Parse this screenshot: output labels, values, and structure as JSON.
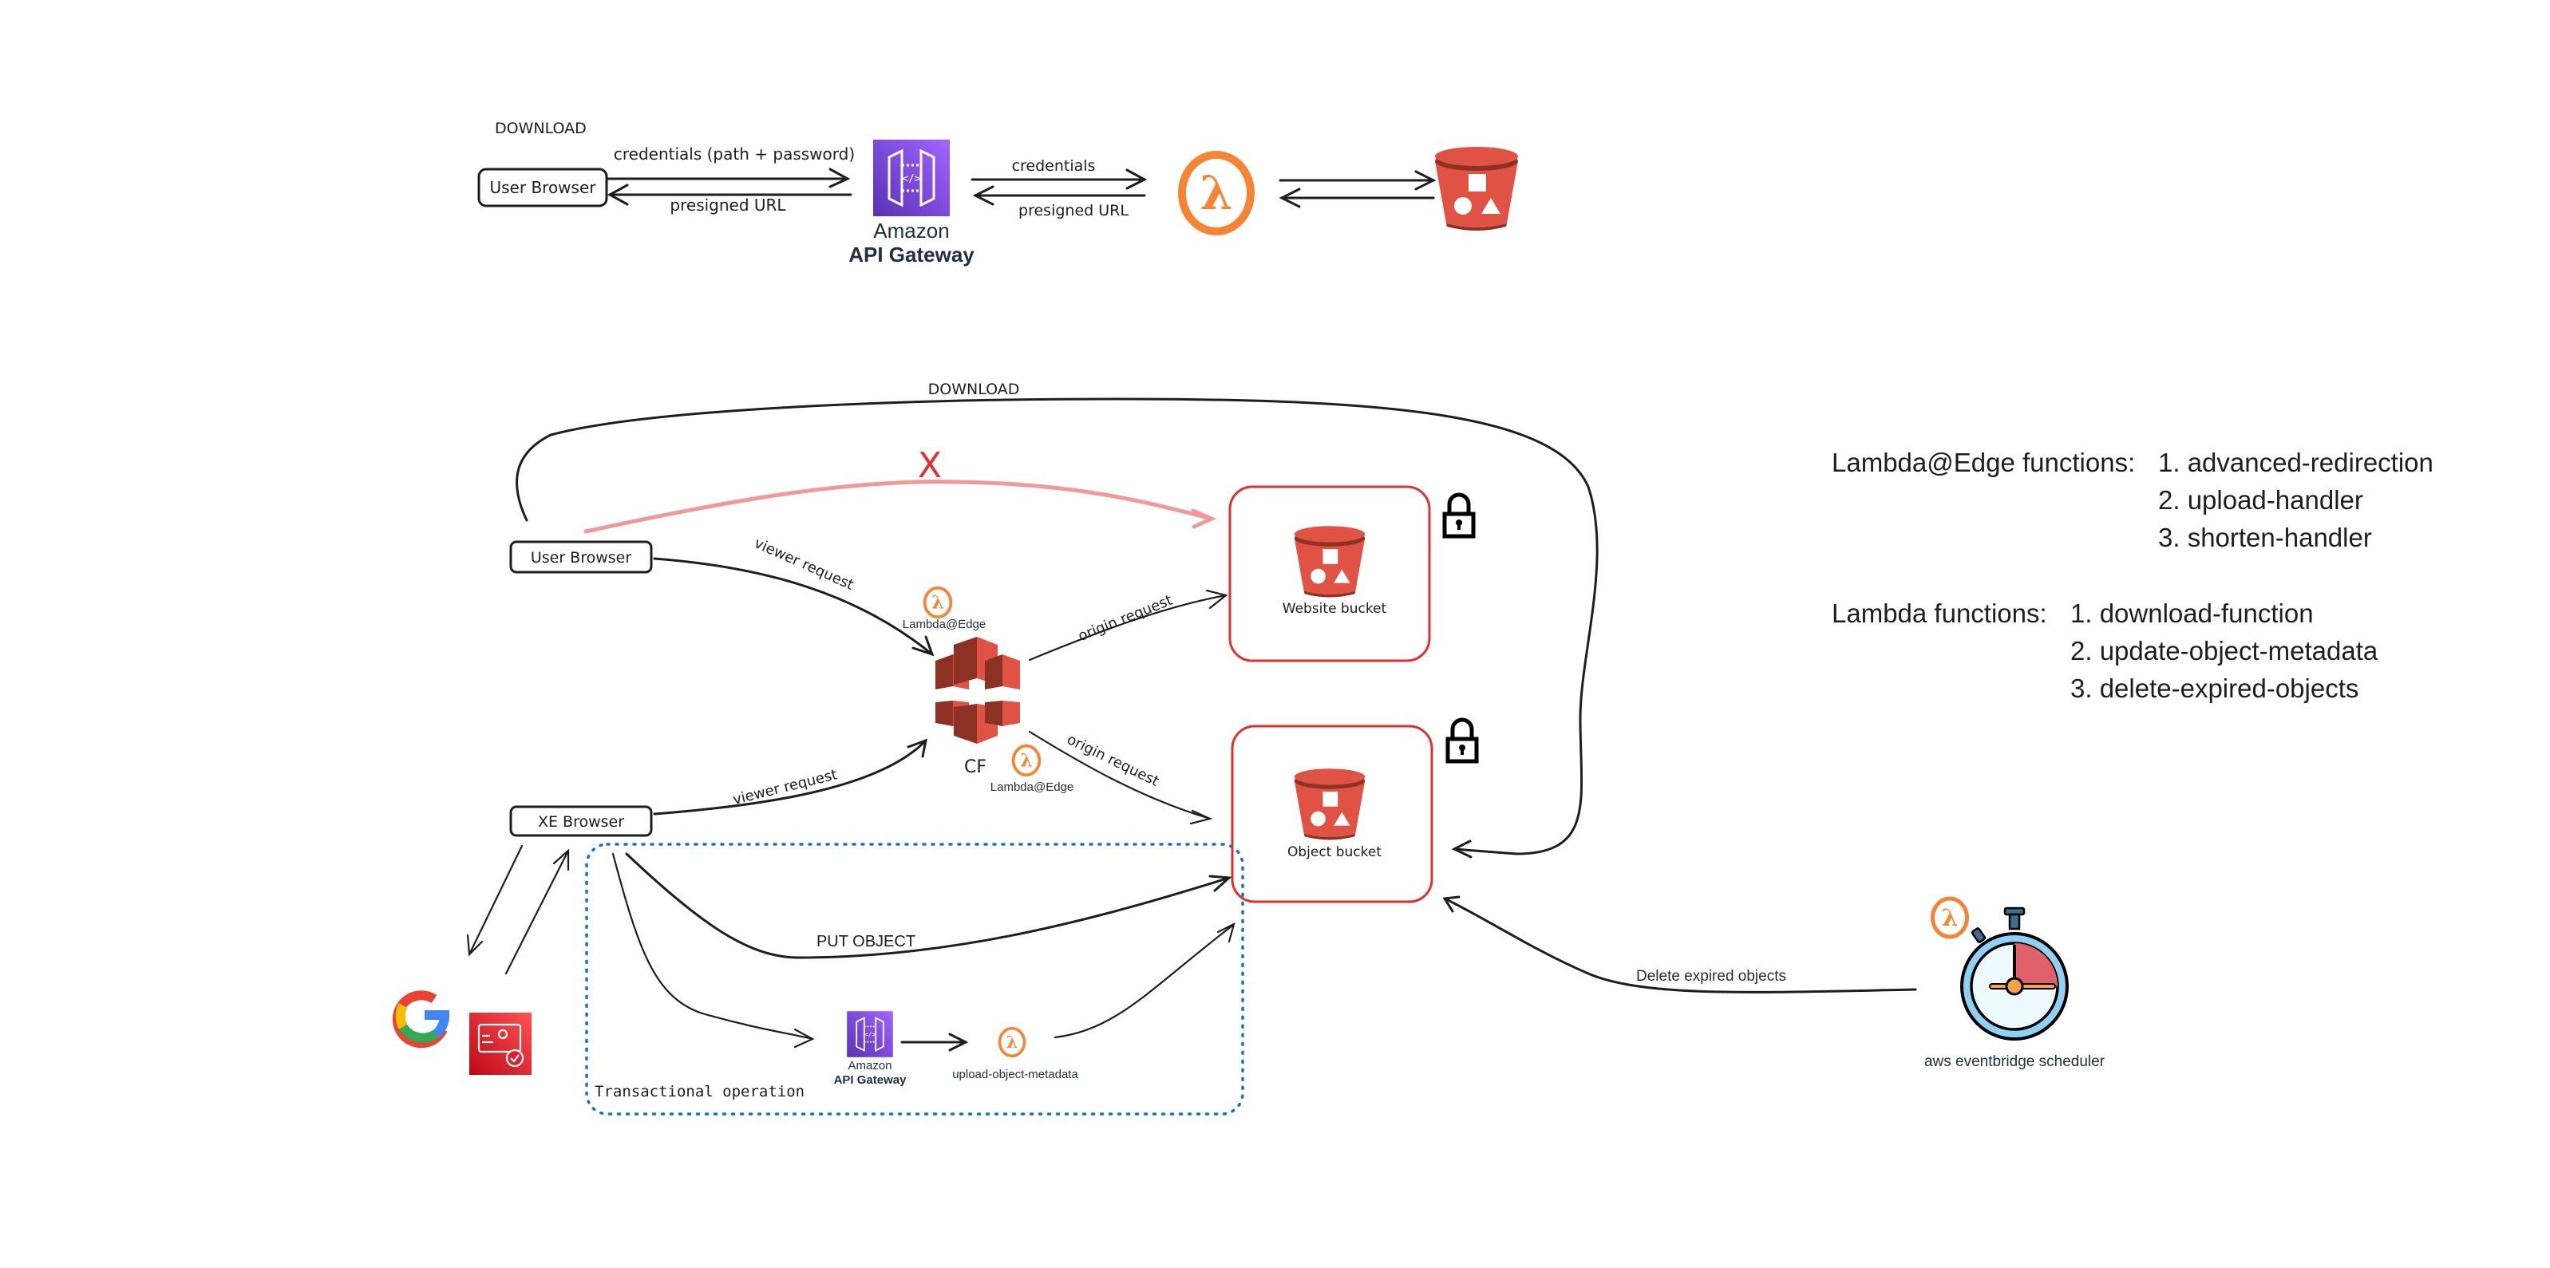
{
  "download_flow": {
    "title": "DOWNLOAD",
    "user_browser": "User Browser",
    "edge_credentials_path": "credentials (path + password)",
    "edge_presigned_1": "presigned URL",
    "api_gateway_line1": "Amazon",
    "api_gateway_line2": "API Gateway",
    "edge_credentials": "credentials",
    "edge_presigned_2": "presigned URL"
  },
  "main_flow": {
    "download_label": "DOWNLOAD",
    "blocked_mark": "X",
    "user_browser": "User Browser",
    "xe_browser": "XE Browser",
    "viewer_request_1": "viewer request",
    "viewer_request_2": "viewer request",
    "lambda_edge_1": "Lambda@Edge",
    "lambda_edge_2": "Lambda@Edge",
    "origin_request_1": "origin request",
    "origin_request_2": "origin request",
    "cloudfront_label": "CF",
    "website_bucket": "Website bucket",
    "object_bucket": "Object bucket",
    "put_object": "PUT OBJECT",
    "api_gateway_line1": "Amazon",
    "api_gateway_line2": "API Gateway",
    "upload_lambda": "upload-object-metadata",
    "transactional_group": "Transactional operation",
    "delete_expired": "Delete expired objects",
    "scheduler": "aws eventbridge scheduler"
  },
  "legend": {
    "edge_title": "Lambda@Edge functions:",
    "edge_items": [
      "1. advanced-redirection",
      "2. upload-handler",
      "3. shorten-handler"
    ],
    "lambda_title": "Lambda functions:",
    "lambda_items": [
      "1. download-function",
      "2. update-object-metadata",
      "3. delete-expired-objects"
    ]
  },
  "colors": {
    "lambda_orange": "#f58534",
    "s3_red": "#e05243",
    "api_purple": "#8c4fff",
    "frame_red": "#e03131",
    "group_blue": "#1971c2",
    "blocked_pink": "#ef9a9a",
    "x_red": "#e03131"
  }
}
